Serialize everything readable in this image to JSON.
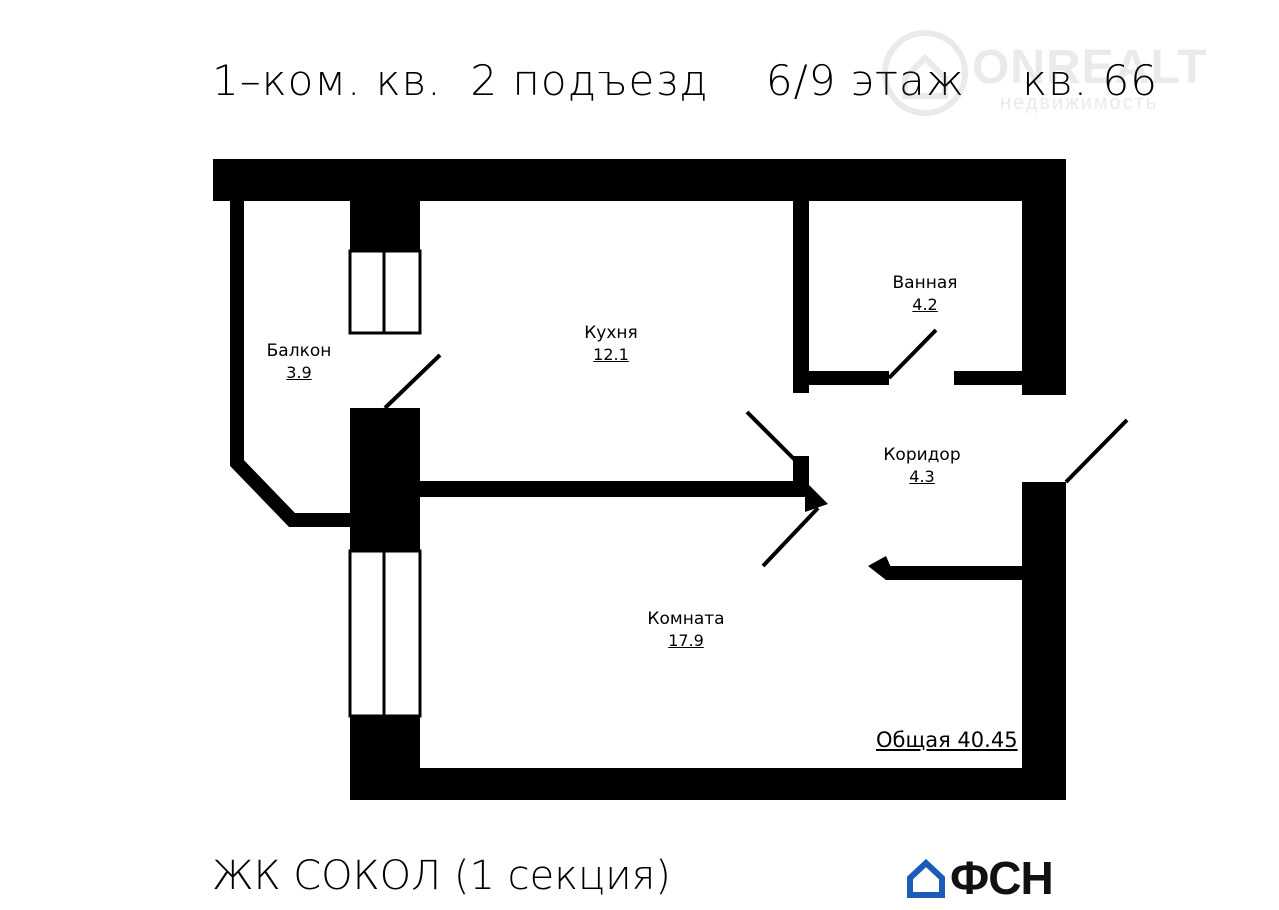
{
  "header": {
    "title": "1–ком. кв.  2 подъезд    6/9 этаж    кв. 66"
  },
  "watermark": {
    "brand": "ONREALT",
    "subtitle": "недвижимость",
    "icon": "house-icon"
  },
  "rooms": [
    {
      "name": "Балкон",
      "area": "3.9"
    },
    {
      "name": "Кухня",
      "area": "12.1"
    },
    {
      "name": "Ванная",
      "area": "4.2"
    },
    {
      "name": "Коридор",
      "area": "4.3"
    },
    {
      "name": "Комната",
      "area": "17.9"
    }
  ],
  "total": "Общая 40.45",
  "complex": "ЖК СОКОЛ (1 секция)",
  "logo": {
    "text": "ФСН",
    "icon": "house-icon",
    "accent_color": "#1a5cb8"
  },
  "colors": {
    "wall": "#000000",
    "background": "#ffffff"
  }
}
